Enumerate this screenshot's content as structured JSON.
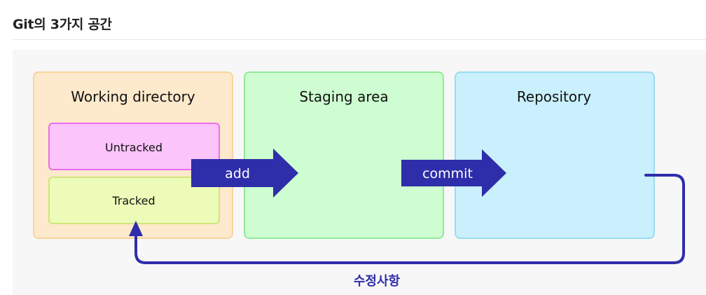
{
  "section_title": "Git의 3가지 공간",
  "diagram": {
    "areas": {
      "working_directory": {
        "label": "Working directory",
        "fill": "#fde9cb",
        "stroke": "#f8d49c",
        "states": {
          "untracked": {
            "label": "Untracked",
            "fill": "#fbc4fb",
            "stroke": "#ec6cec"
          },
          "tracked": {
            "label": "Tracked",
            "fill": "#ecfbb8",
            "stroke": "#cfe67c"
          }
        }
      },
      "staging_area": {
        "label": "Staging area",
        "fill": "#cdfdd0",
        "stroke": "#92e99a"
      },
      "repository": {
        "label": "Repository",
        "fill": "#c9f0fc",
        "stroke": "#9adcf1"
      }
    },
    "arrows": {
      "add": {
        "label": "add"
      },
      "commit": {
        "label": "commit"
      },
      "modification": {
        "label": "수정사항"
      }
    },
    "colors": {
      "arrow_fill": "#2e2eaa",
      "arrow_text": "#ffffff",
      "label_text": "#111111",
      "return_label": "#2e2eaa"
    }
  }
}
